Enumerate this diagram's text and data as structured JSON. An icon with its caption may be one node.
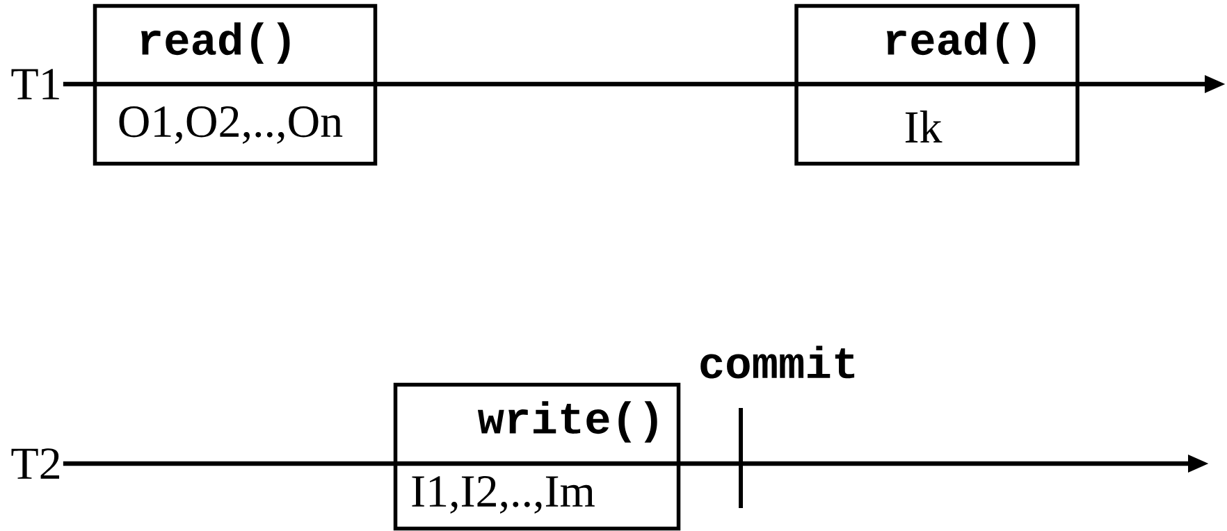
{
  "diagram": {
    "nodes": [
      {
        "text": [
          "T1"
        ]
      },
      {
        "text": [
          "read()",
          "O1,O2,..,On"
        ]
      },
      {
        "text": [
          "read()",
          "Ik"
        ]
      },
      {
        "text": [
          "T2"
        ]
      },
      {
        "text": [
          "write()",
          "I1,I2,..,Im"
        ]
      }
    ],
    "edges": [
      {
        "from": 0,
        "to": null,
        "arrow": "to"
      },
      {
        "from": 3,
        "to": null,
        "arrow": "to"
      }
    ],
    "labels": [
      "commit"
    ]
  }
}
